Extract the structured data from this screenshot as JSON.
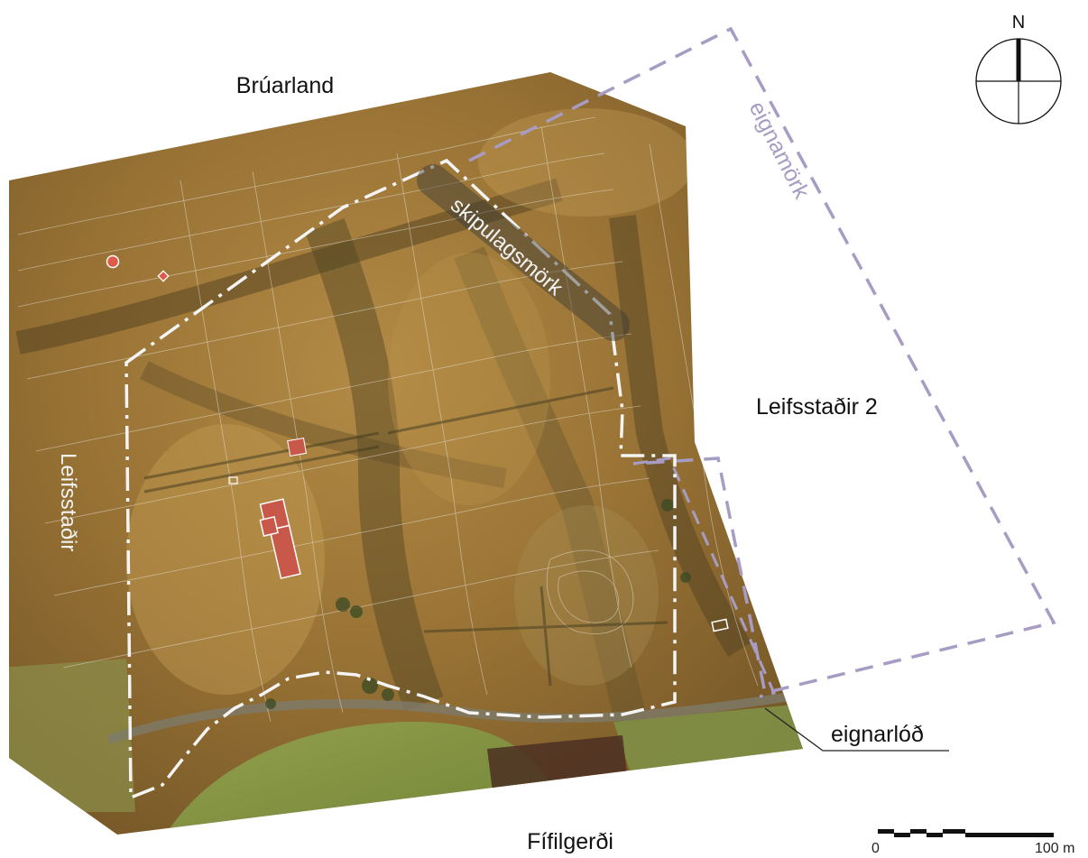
{
  "labels": {
    "bruarland": "Brúarland",
    "leifsstadir2": "Leifsstaðir 2",
    "leifsstadir": "Leifsstaðir",
    "fifilgerdi": "Fífilgerði",
    "skipulagsmork": "skipulagsmörk",
    "eignamork": "eignamörk",
    "eignarlod": "eignarlóð"
  },
  "compass": {
    "north": "N"
  },
  "scale_bar": {
    "start": "0",
    "end": "100 m"
  },
  "colors": {
    "eignamork_line": "#a79cc4",
    "eignarlod_line": "#a79cc4",
    "skipulagsmork_line": "#f4f4f4",
    "building_fill": "#c8584a",
    "photo_base": "#9a7a3a",
    "contour": "#e6e1d6"
  }
}
